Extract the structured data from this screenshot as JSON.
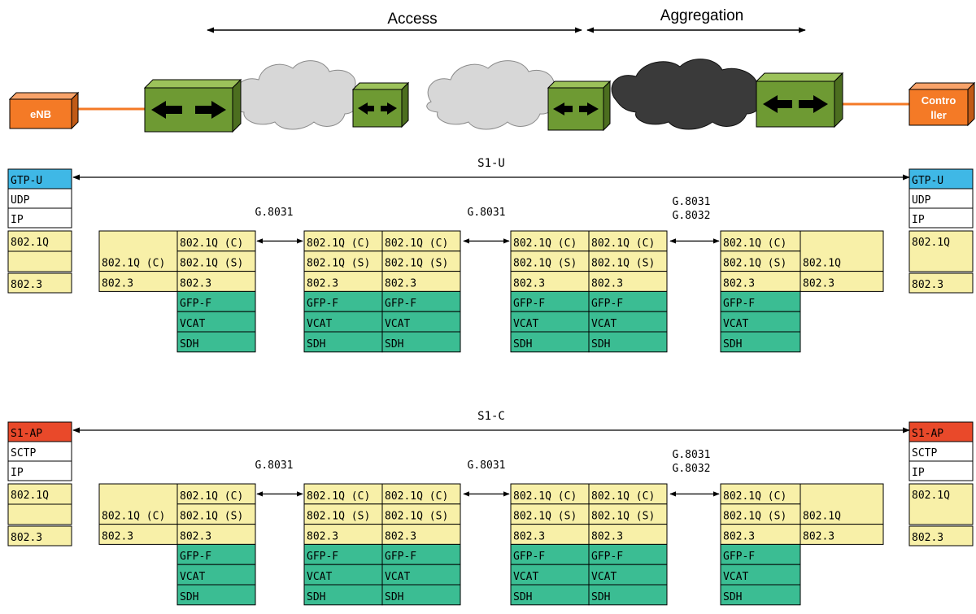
{
  "header": {
    "access_label": "Access",
    "aggregation_label": "Aggregation"
  },
  "network": {
    "enb_label": "eNB",
    "controller_label_line1": "Contro",
    "controller_label_line2": "ller"
  },
  "colors": {
    "yellow": "#f8f0a8",
    "teal": "#3bbd93",
    "blue": "#3fb8e6",
    "red": "#e9492a",
    "orange": "#f47a26",
    "switch_green": "#6e9a33",
    "cloud_gray": "#d7d7d7",
    "cloud_dark": "#3a3a3a"
  },
  "panels": [
    {
      "span_label": "S1-U",
      "app_layer": "GTP-U",
      "app_color": "blue",
      "transport_layer": "UDP",
      "net_layer": "IP",
      "dot1q_label": "802.1Q",
      "dot3_label": "802.3",
      "protection_labels": [
        {
          "lines": [
            "G.8031"
          ]
        },
        {
          "lines": [
            "G.8031"
          ]
        },
        {
          "lines": [
            "G.8031",
            "G.8032"
          ]
        }
      ],
      "stack_cells": {
        "c_tag": "802.1Q (C)",
        "s_tag": "802.1Q (S)",
        "eth": "802.3",
        "gfp": "GFP-F",
        "vcat": "VCAT",
        "sdh": "SDH",
        "plain_q": "802.1Q"
      }
    },
    {
      "span_label": "S1-C",
      "app_layer": "S1-AP",
      "app_color": "red",
      "transport_layer": "SCTP",
      "net_layer": "IP",
      "dot1q_label": "802.1Q",
      "dot3_label": "802.3",
      "protection_labels": [
        {
          "lines": [
            "G.8031"
          ]
        },
        {
          "lines": [
            "G.8031"
          ]
        },
        {
          "lines": [
            "G.8031",
            "G.8032"
          ]
        }
      ],
      "stack_cells": {
        "c_tag": "802.1Q (C)",
        "s_tag": "802.1Q (S)",
        "eth": "802.3",
        "gfp": "GFP-F",
        "vcat": "VCAT",
        "sdh": "SDH",
        "plain_q": "802.1Q"
      }
    }
  ]
}
